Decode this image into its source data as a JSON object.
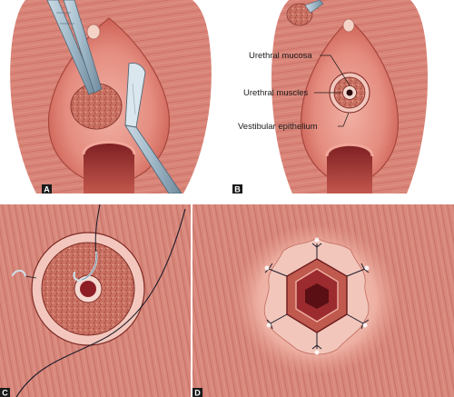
{
  "panels": [
    {
      "letter": "A"
    },
    {
      "letter": "B"
    },
    {
      "letter": "C"
    },
    {
      "letter": "D"
    }
  ],
  "callouts": {
    "urethral_mucosa": "Urethral mucosa",
    "urethral_muscles": "Urethral muscles",
    "vestibular_epithelium": "Vestibular epithelium"
  },
  "colors": {
    "tissue": "#d98478",
    "tissue_dark": "#b9534a",
    "tissue_light": "#f0b5a8",
    "mucosa_ring": "#f3c7bd",
    "lumen": "#8e1e26",
    "instrument": "#9fb8c8",
    "suture": "#1b1b2a"
  }
}
